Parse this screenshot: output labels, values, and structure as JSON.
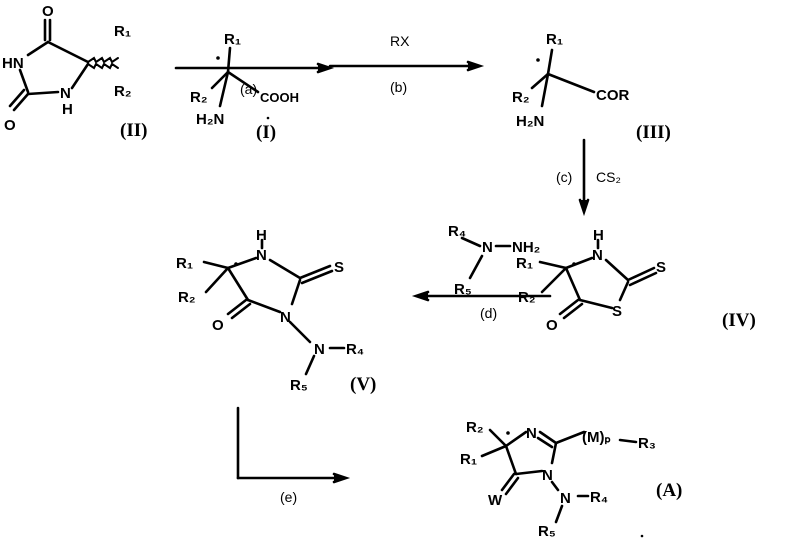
{
  "compounds": {
    "II": {
      "label": "(II)",
      "O_top": "O",
      "HN": "HN",
      "O_bottom": "O",
      "N": "N",
      "H": "H",
      "R1": "R₁",
      "R2": "R₂"
    },
    "I": {
      "label": "(I)",
      "R1": "R₁",
      "R2": "R₂",
      "COOH": "COOH",
      "H2N": "H₂N"
    },
    "III": {
      "label": "(III)",
      "R1": "R₁",
      "R2": "R₂",
      "COR": "COR",
      "H2N": "H₂N"
    },
    "IV": {
      "label": "(IV)",
      "H": "H",
      "N": "N",
      "S_exo": "S",
      "S_ring": "S",
      "O": "O",
      "R1": "R₁",
      "R2": "R₂"
    },
    "V": {
      "label": "(V)",
      "H": "H",
      "N1": "N",
      "S": "S",
      "N3": "N",
      "O": "O",
      "R1": "R₁",
      "R2": "R₂",
      "N_amine": "N",
      "R4": "R₄",
      "R5": "R₅"
    },
    "A": {
      "label": "(A)",
      "R2": "R₂",
      "R1": "R₁",
      "N3": "N",
      "Mp": "(M)ₚ",
      "R3": "R₃",
      "N1": "N",
      "W": "W",
      "N_amine": "N",
      "R4": "R₄",
      "R5": "R₅"
    }
  },
  "reagent_d": {
    "R4": "R₄",
    "N": "N",
    "NH2": "NH₂",
    "R5": "R₅"
  },
  "steps": {
    "a": {
      "label": "(a)"
    },
    "b": {
      "label": "(b)",
      "reagent": "RX"
    },
    "c": {
      "label": "(c)",
      "reagent": "CS₂"
    },
    "d": {
      "label": "(d)"
    },
    "e": {
      "label": "(e)"
    }
  }
}
